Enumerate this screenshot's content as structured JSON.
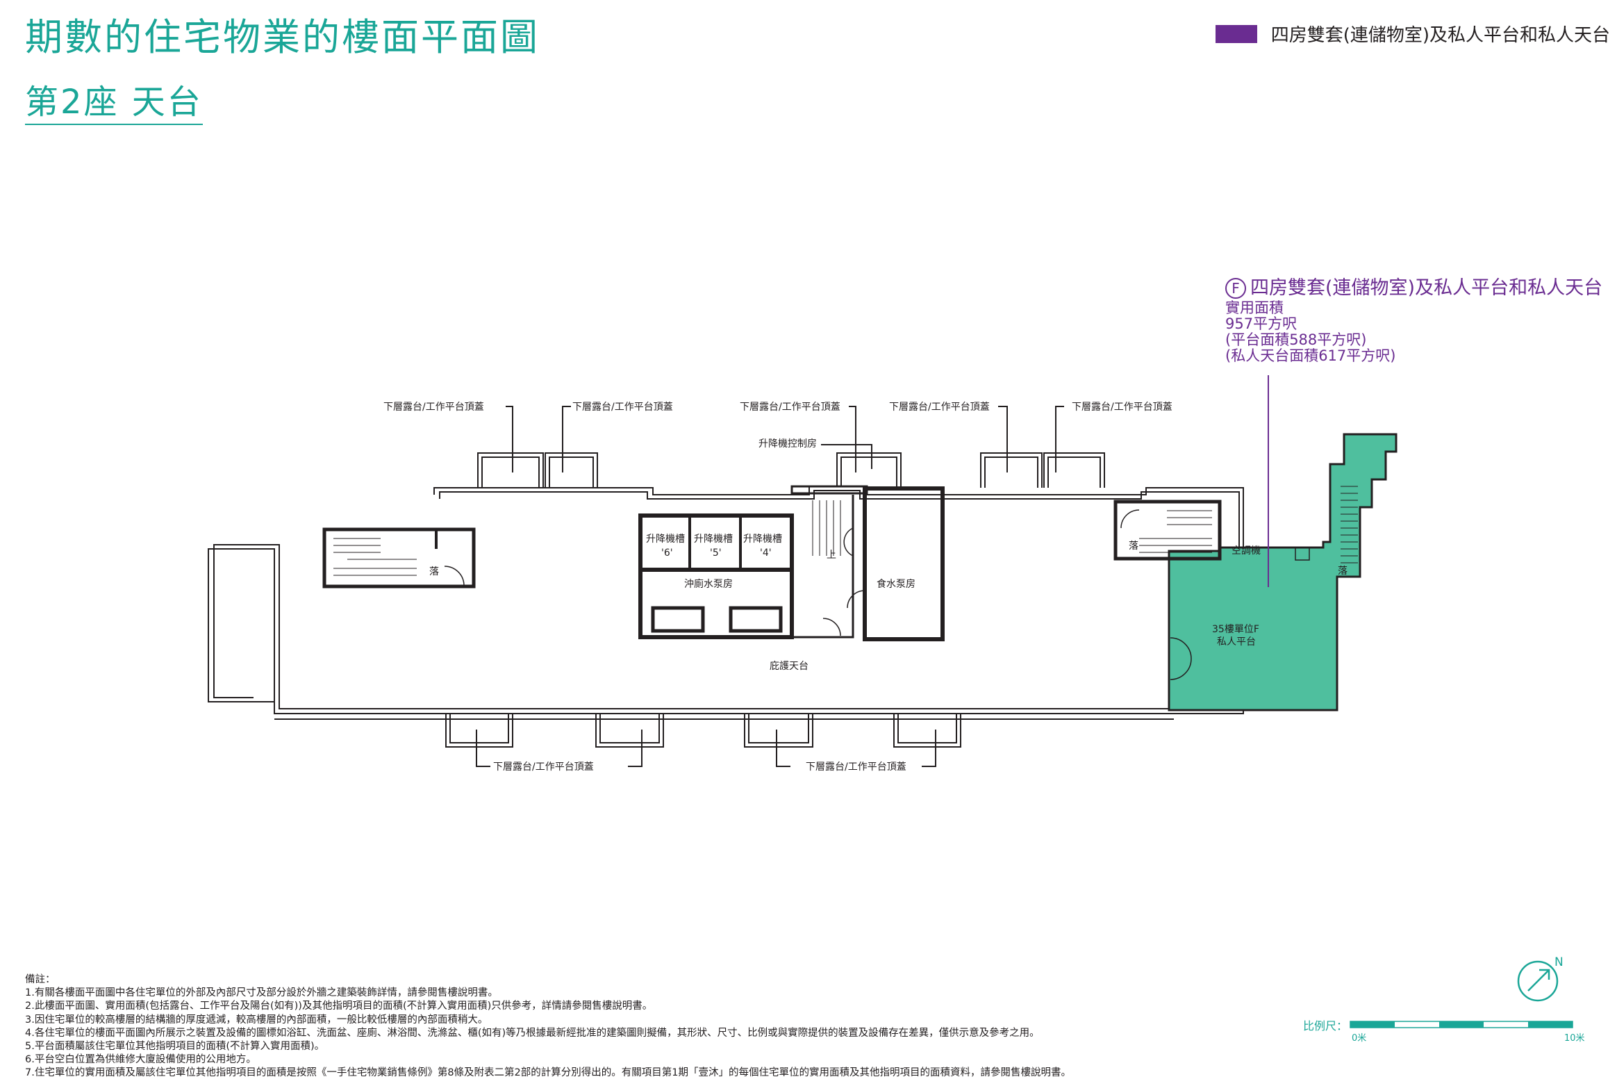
{
  "header": {
    "title": "期數的住宅物業的樓面平面圖",
    "subtitle": "第2座 天台"
  },
  "legend": {
    "color": "#6a2c91",
    "label": "四房雙套(連儲物室)及私人平台和私人天台"
  },
  "unit_info": {
    "code": "F",
    "name": "四房雙套(連儲物室)及私人平台和私人天台",
    "lines": [
      "實用面積",
      "957平方呎",
      "(平台面積588平方呎)",
      "(私人天台面積617平方呎)"
    ]
  },
  "plan_labels": {
    "canopy_top_1": "下層露台/工作平台頂蓋",
    "canopy_top_2": "下層露台/工作平台頂蓋",
    "canopy_top_3": "下層露台/工作平台頂蓋",
    "canopy_top_4": "下層露台/工作平台頂蓋",
    "canopy_top_5": "下層露台/工作平台頂蓋",
    "canopy_bottom_1": "下層露台/工作平台頂蓋",
    "canopy_bottom_2": "下層露台/工作平台頂蓋",
    "lift_control_room": "升降機控制房",
    "lift_shaft_6": "升降機槽",
    "lift_shaft_6_no": "'6'",
    "lift_shaft_5": "升降機槽",
    "lift_shaft_5_no": "'5'",
    "lift_shaft_4": "升降機槽",
    "lift_shaft_4_no": "'4'",
    "flush_pump_room": "沖廁水泵房",
    "potable_pump_room": "食水泵房",
    "protected_roof": "庇護天台",
    "down_left": "落",
    "down_right_stair": "落",
    "down_far_right": "落",
    "up": "上",
    "aircon": "空調機",
    "unit_flat": "35樓單位F",
    "unit_flat_type": "私人平台"
  },
  "notes": {
    "heading": "備註：",
    "items": [
      "1.有關各樓面平面圖中各住宅單位的外部及內部尺寸及部分設於外牆之建築裝飾詳情，請參閱售樓說明書。",
      "2.此樓面平面圖、實用面積(包括露台、工作平台及陽台(如有))及其他指明項目的面積(不計算入實用面積)只供參考，詳情請參閱售樓說明書。",
      "3.因住宅單位的較高樓層的結構牆的厚度遞減，較高樓層的內部面積，一般比較低樓層的內部面積稍大。",
      "4.各住宅單位的樓面平面圖內所展示之裝置及設備的圖標如浴缸、洗面盆、座廁、淋浴間、洗滌盆、櫃(如有)等乃根據最新經批准的建築圖則擬備，其形狀、尺寸、比例或與實際提供的裝置及設備存在差異，僅供示意及參考之用。",
      "5.平台面積屬該住宅單位其他指明項目的面積(不計算入實用面積)。",
      "6.平台空白位置為供維修大廈設備使用的公用地方。",
      "7.住宅單位的實用面積及屬該住宅單位其他指明項目的面積是按照《一手住宅物業銷售條例》第8條及附表二第2部的計算分別得出的。有關項目第1期「壹沐」的每個住宅單位的實用面積及其他指明項目的面積資料，請參閱售樓說明書。"
    ]
  },
  "scale": {
    "label": "比例尺：",
    "start": "0米",
    "end": "10米"
  },
  "north": {
    "label": "N"
  }
}
